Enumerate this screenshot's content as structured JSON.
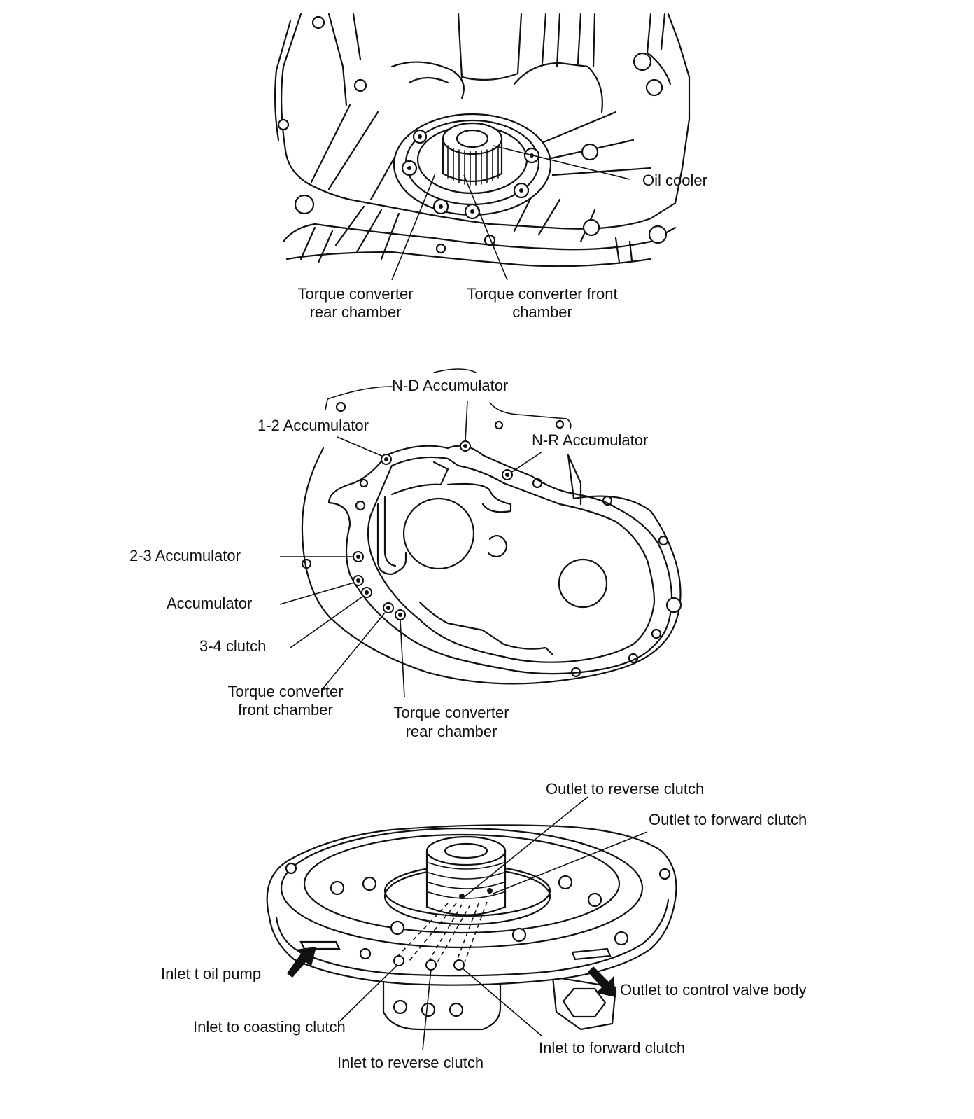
{
  "panels": {
    "top": {
      "labels": {
        "oil_cooler": "Oil cooler",
        "tc_rear_chamber": [
          "Torque converter",
          "rear chamber"
        ],
        "tc_front_chamber": [
          "Torque converter front",
          "chamber"
        ]
      }
    },
    "middle": {
      "labels": {
        "nd_accumulator": "N-D Accumulator",
        "acc_1_2": "1-2 Accumulator",
        "nr_accumulator": "N-R Accumulator",
        "acc_2_3": "2-3 Accumulator",
        "accumulator": "Accumulator",
        "clutch_3_4": "3-4 clutch",
        "tc_front_chamber": [
          "Torque converter",
          "front chamber"
        ],
        "tc_rear_chamber": [
          "Torque converter",
          "rear chamber"
        ]
      }
    },
    "bottom": {
      "labels": {
        "outlet_reverse_clutch": "Outlet to reverse clutch",
        "outlet_forward_clutch": "Outlet to forward clutch",
        "inlet_oil_pump": "Inlet t oil pump",
        "outlet_control_valve_body": "Outlet to control valve body",
        "inlet_coasting_clutch": "Inlet to coasting clutch",
        "inlet_forward_clutch": "Inlet to forward clutch",
        "inlet_reverse_clutch": "Inlet to reverse clutch"
      }
    }
  },
  "colors": {
    "ink": "#111111",
    "paper": "#ffffff"
  }
}
